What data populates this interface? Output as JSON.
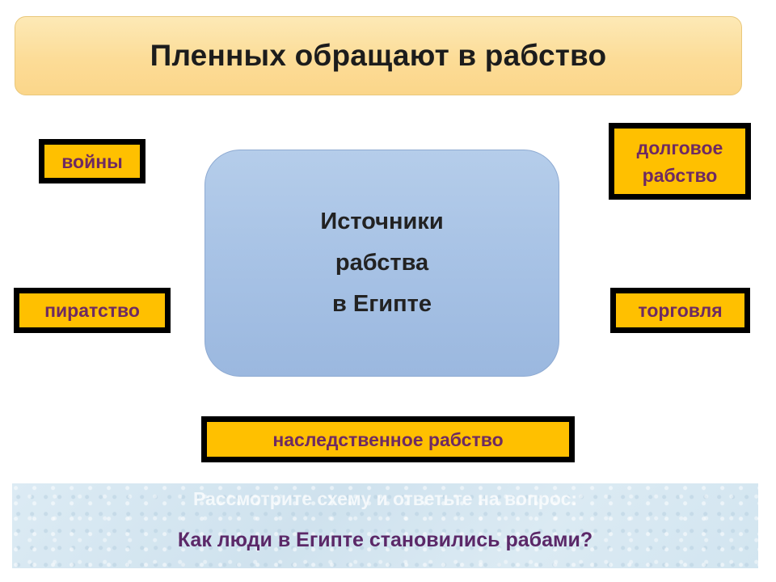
{
  "header": {
    "title": "Пленных обращают в рабство"
  },
  "center": {
    "line1": "Источники",
    "line2": "рабства",
    "line3": "в Египте"
  },
  "sources": {
    "wars": "войны",
    "debt_line1": "долговое",
    "debt_line2": "рабство",
    "piracy": "пиратство",
    "trade": "торговля",
    "hereditary": "наследственное рабство"
  },
  "footer": {
    "instruction": "Рассмотрите схему и ответьте на вопрос:",
    "question": "Как люди в Египте становились рабами?"
  },
  "colors": {
    "header_fill": "#fcdc97",
    "center_fill": "#a7c2e5",
    "box_fill": "#ffc000",
    "box_border": "#000000",
    "box_text": "#6e2a62",
    "question_text": "#5b2868"
  }
}
